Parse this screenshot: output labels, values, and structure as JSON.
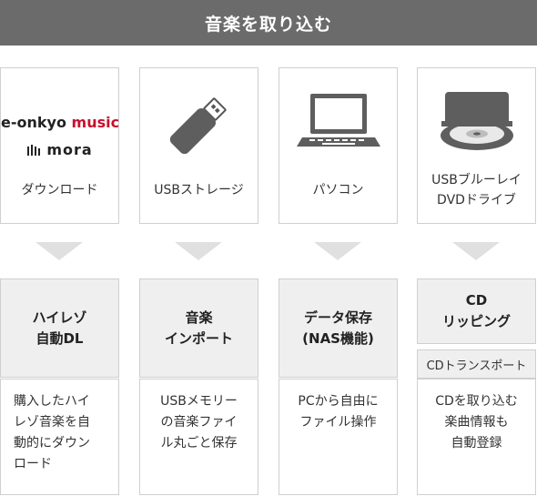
{
  "header": {
    "title": "音楽を取り込む"
  },
  "columns": [
    {
      "source_label": "ダウンロード",
      "logos": {
        "onkyo_main": "e-onkyo ",
        "onkyo_music": "music",
        "mora": "mora"
      },
      "feature": [
        "ハイレゾ",
        "自動DL"
      ],
      "description": [
        "購入したハイ",
        "レゾ音楽を自",
        "動的にダウン",
        "ロード"
      ]
    },
    {
      "source_label": "USBストレージ",
      "feature": [
        "音楽",
        "インポート"
      ],
      "description": [
        "USBメモリー",
        "の音楽ファイ",
        "ル丸ごと保存"
      ]
    },
    {
      "source_label": "パソコン",
      "feature": [
        "データ保存",
        "(NAS機能)"
      ],
      "description": [
        "PCから自由に",
        "ファイル操作"
      ]
    },
    {
      "source_label": [
        "USBブルーレイ",
        "DVDドライブ"
      ],
      "feature": [
        "CD",
        "リッピング"
      ],
      "sub_label": "CDトランスポート",
      "description": [
        "CDを取り込む",
        "楽曲情報も",
        "自動登録"
      ]
    }
  ],
  "icons": [
    "usb-stick-icon",
    "laptop-icon",
    "disc-drive-icon",
    "arrow-down-icon"
  ],
  "colors": {
    "banner": "#6b6b6b",
    "box_gray": "#efefef",
    "border": "#cfcfcf",
    "arrow": "#e0e0e0",
    "music_red": "#c8102e"
  }
}
